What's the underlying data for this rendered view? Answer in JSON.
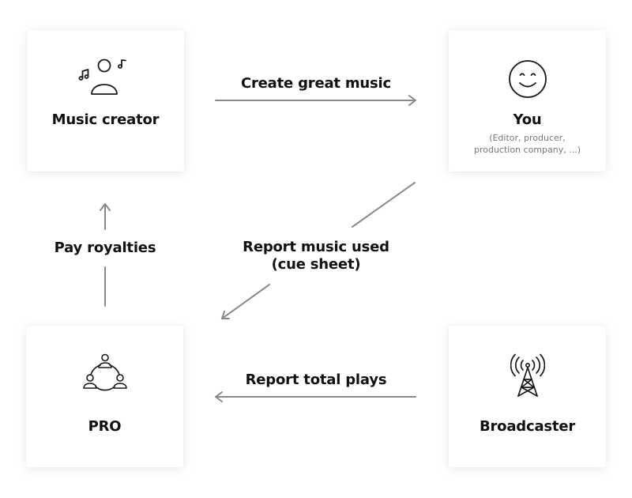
{
  "nodes": {
    "music_creator": {
      "title": "Music creator",
      "icon": "music-creator-icon"
    },
    "you": {
      "title": "You",
      "subtitle_line1": "(Editor, producer,",
      "subtitle_line2": "production company, ...)",
      "icon": "smiley-face-icon"
    },
    "pro": {
      "title": "PRO",
      "icon": "people-circle-icon"
    },
    "broadcaster": {
      "title": "Broadcaster",
      "icon": "broadcast-tower-icon"
    }
  },
  "edges": {
    "create": {
      "label": "Create great music"
    },
    "report_used": {
      "label_line1": "Report music used",
      "label_line2": "(cue sheet)"
    },
    "report_plays": {
      "label": "Report total plays"
    },
    "pay": {
      "label": "Pay royalties"
    }
  },
  "colors": {
    "arrow": "#8a8a8a",
    "text": "#111111",
    "subtitle": "#777777",
    "icon_stroke": "#1a1a1a"
  }
}
